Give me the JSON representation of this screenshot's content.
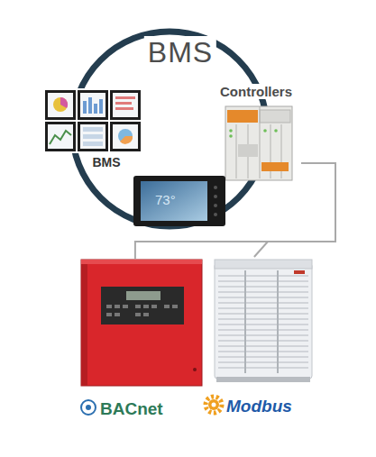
{
  "diagram": {
    "title": "BMS",
    "nodes": [
      {
        "text": [
          "BMS"
        ]
      },
      {
        "text": [
          "Controllers"
        ]
      },
      {
        "text": [
          "BACnet"
        ]
      },
      {
        "text": [
          "Modbus"
        ]
      }
    ],
    "edges": [
      {
        "from": 1,
        "to": 2,
        "arrow": "none"
      },
      {
        "from": 1,
        "to": 3,
        "arrow": "none"
      }
    ],
    "labels": [
      "73°"
    ]
  }
}
